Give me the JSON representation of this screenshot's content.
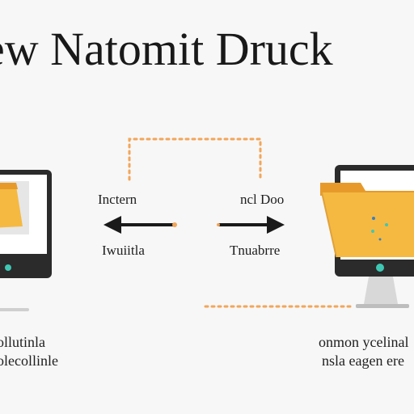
{
  "title": "ew Natomit Druck",
  "left_arrow": {
    "label_top": "Inctern",
    "label_bottom": "Iwuiitla"
  },
  "right_arrow": {
    "label_top": "ncl Doo",
    "label_bottom": "Tnuabrre"
  },
  "left_caption": {
    "line1": "ollutinla",
    "line2": "olecollinle"
  },
  "right_caption": {
    "line1": "onmon ycelinal",
    "line2": "nsla eagen ere"
  },
  "colors": {
    "folder": "#f5b942",
    "folder_dark": "#e79a2a",
    "dotted_line": "#f2a65a",
    "monitor_frame": "#2b2b2b",
    "indicator": "#3fc7b4"
  }
}
